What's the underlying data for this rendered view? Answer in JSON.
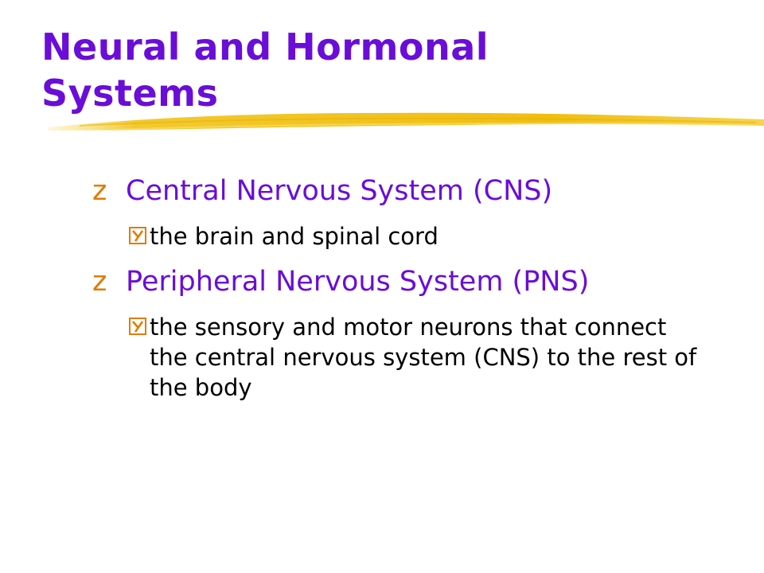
{
  "slide": {
    "title_line1": "Neural and Hormonal",
    "title_line2": "Systems",
    "colors": {
      "title": "#6a0dd8",
      "level1_text": "#6a0dd8",
      "level2_text": "#000000",
      "bullet": "#e07b00",
      "underline": "#f2c318"
    },
    "bullets": [
      {
        "text": "Central Nervous System (CNS)",
        "bullet_icon": "z-glyph",
        "sub": [
          {
            "text": "the brain and spinal cord",
            "bullet_icon": "checkbox-y-icon"
          }
        ]
      },
      {
        "text": "Peripheral Nervous System (PNS)",
        "bullet_icon": "z-glyph",
        "sub": [
          {
            "text": "the sensory and motor neurons that connect the central nervous system (CNS) to the rest of the body",
            "bullet_icon": "checkbox-y-icon"
          }
        ]
      }
    ]
  }
}
